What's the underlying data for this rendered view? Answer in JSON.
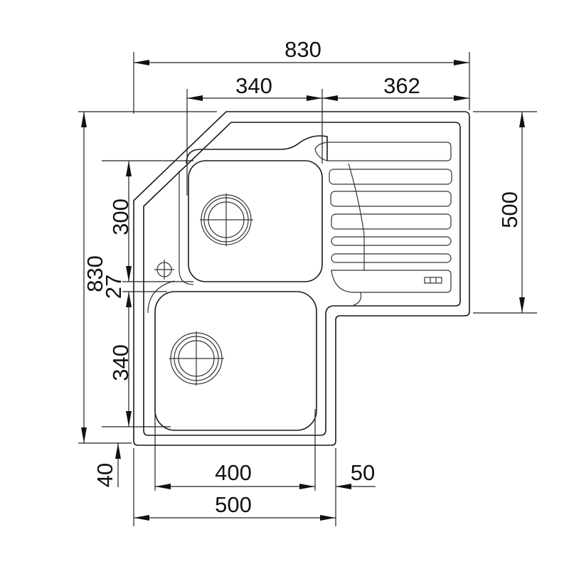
{
  "drawing": {
    "subject": "corner kitchen sink, double bowl with drainer",
    "units": "mm",
    "line_color": "#1a1a1a",
    "background": "#ffffff"
  },
  "dimensions": {
    "top_overall_width": "830",
    "top_bowl_section_width": "340",
    "top_drainer_width": "362",
    "right_drainer_depth": "500",
    "left_overall_height": "830",
    "left_upper_bowl_height": "300",
    "left_bowl_gap": "27",
    "left_lower_bowl_height": "340",
    "left_bottom_offset": "40",
    "bottom_bowl_width": "400",
    "bottom_overall_width": "500",
    "bottom_right_offset": "50"
  },
  "components": {
    "upper_bowl": {
      "drain": "waste-outlet"
    },
    "lower_bowl": {
      "drain": "waste-outlet"
    },
    "tap_hole": "tap-hole-marker",
    "drainer_ribs": 7,
    "overflow_slot": "overflow-icon"
  }
}
